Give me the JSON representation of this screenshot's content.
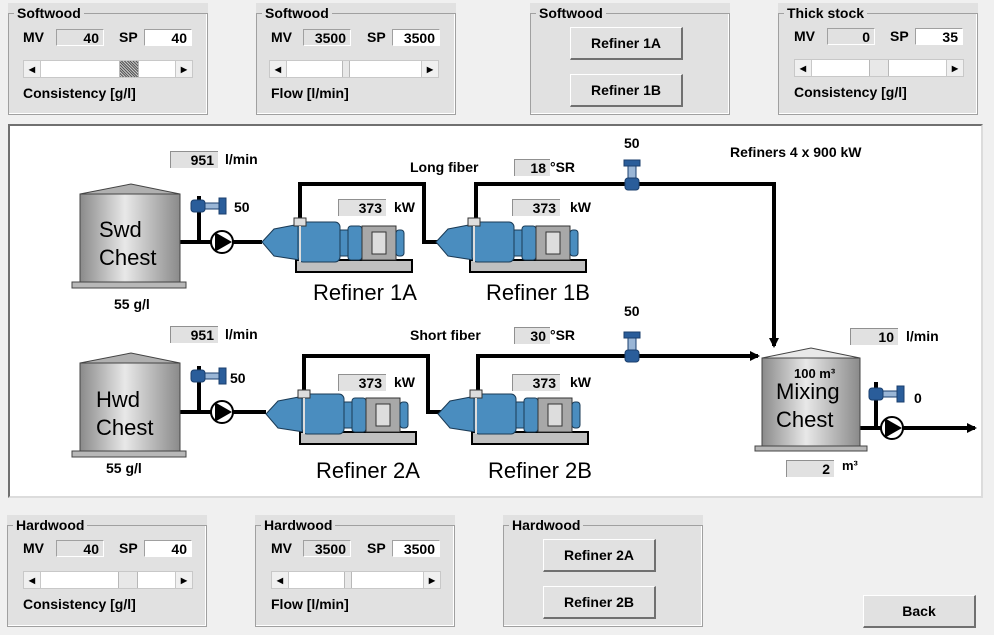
{
  "top_panels": {
    "softwood_consistency": {
      "title": "Softwood",
      "mv_label": "MV",
      "mv": "40",
      "sp_label": "SP",
      "sp": "40",
      "unit_label": "Consistency [g/l]",
      "slider_fraction": 0.6
    },
    "softwood_flow": {
      "title": "Softwood",
      "mv_label": "MV",
      "mv": "3500",
      "sp_label": "SP",
      "sp": "3500",
      "unit_label": "Flow [l/min]",
      "slider_fraction": 0.45
    },
    "softwood_refiners": {
      "title": "Softwood",
      "buttons": [
        "Refiner 1A",
        "Refiner 1B"
      ]
    },
    "thick_stock": {
      "title": "Thick stock",
      "mv_label": "MV",
      "mv": "0",
      "sp_label": "SP",
      "sp": "35",
      "unit_label": "Consistency [g/l]",
      "slider_fraction": 0.45
    }
  },
  "bottom_panels": {
    "hardwood_consistency": {
      "title": "Hardwood",
      "mv_label": "MV",
      "mv": "40",
      "sp_label": "SP",
      "sp": "40",
      "unit_label": "Consistency [g/l]",
      "slider_fraction": 0.6
    },
    "hardwood_flow": {
      "title": "Hardwood",
      "mv_label": "MV",
      "mv": "3500",
      "sp_label": "SP",
      "sp": "3500",
      "unit_label": "Flow [l/min]",
      "slider_fraction": 0.45
    },
    "hardwood_refiners": {
      "title": "Hardwood",
      "buttons": [
        "Refiner 2A",
        "Refiner 2B"
      ]
    }
  },
  "back_button": "Back",
  "diagram": {
    "header": "Refiners 4 x 900 kW",
    "swd_chest": {
      "name_line1": "Swd",
      "name_line2": "Chest",
      "consistency": "55 g/l",
      "flow": "951",
      "flow_unit": "l/min",
      "valve": "50"
    },
    "hwd_chest": {
      "name_line1": "Hwd",
      "name_line2": "Chest",
      "consistency": "55 g/l",
      "flow": "951",
      "flow_unit": "l/min",
      "valve": "50"
    },
    "long_fiber": {
      "label": "Long fiber",
      "freeness": "18",
      "freeness_unit": "°SR",
      "valve": "50"
    },
    "short_fiber": {
      "label": "Short fiber",
      "freeness": "30",
      "freeness_unit": "°SR",
      "valve": "50"
    },
    "refiners": [
      {
        "name": "Refiner 1A",
        "power": "373",
        "unit": "kW"
      },
      {
        "name": "Refiner 1B",
        "power": "373",
        "unit": "kW"
      },
      {
        "name": "Refiner 2A",
        "power": "373",
        "unit": "kW"
      },
      {
        "name": "Refiner 2B",
        "power": "373",
        "unit": "kW"
      }
    ],
    "mixing_chest": {
      "capacity": "100 m³",
      "name_line1": "Mixing",
      "name_line2": "Chest",
      "level": "2",
      "level_unit": "m³",
      "flow": "10",
      "flow_unit": "l/min",
      "valve": "0"
    }
  },
  "colors": {
    "refiner_blue": "#4a8dbf",
    "valve_blue": "#2a5d9a",
    "tank_gray": "#a8a8a8"
  }
}
